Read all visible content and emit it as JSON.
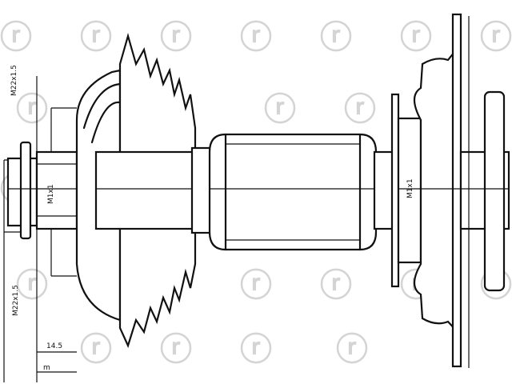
{
  "watermark": {
    "glyph": "ⓡ",
    "color": "#d4d4d4"
  },
  "dimensions": {
    "spline_top": "M22x1.5",
    "spline_left": "M22x1.5",
    "thread_left": "M1x1",
    "thread_right": "M1x1",
    "length_small": "14.5",
    "length_base": "m"
  }
}
